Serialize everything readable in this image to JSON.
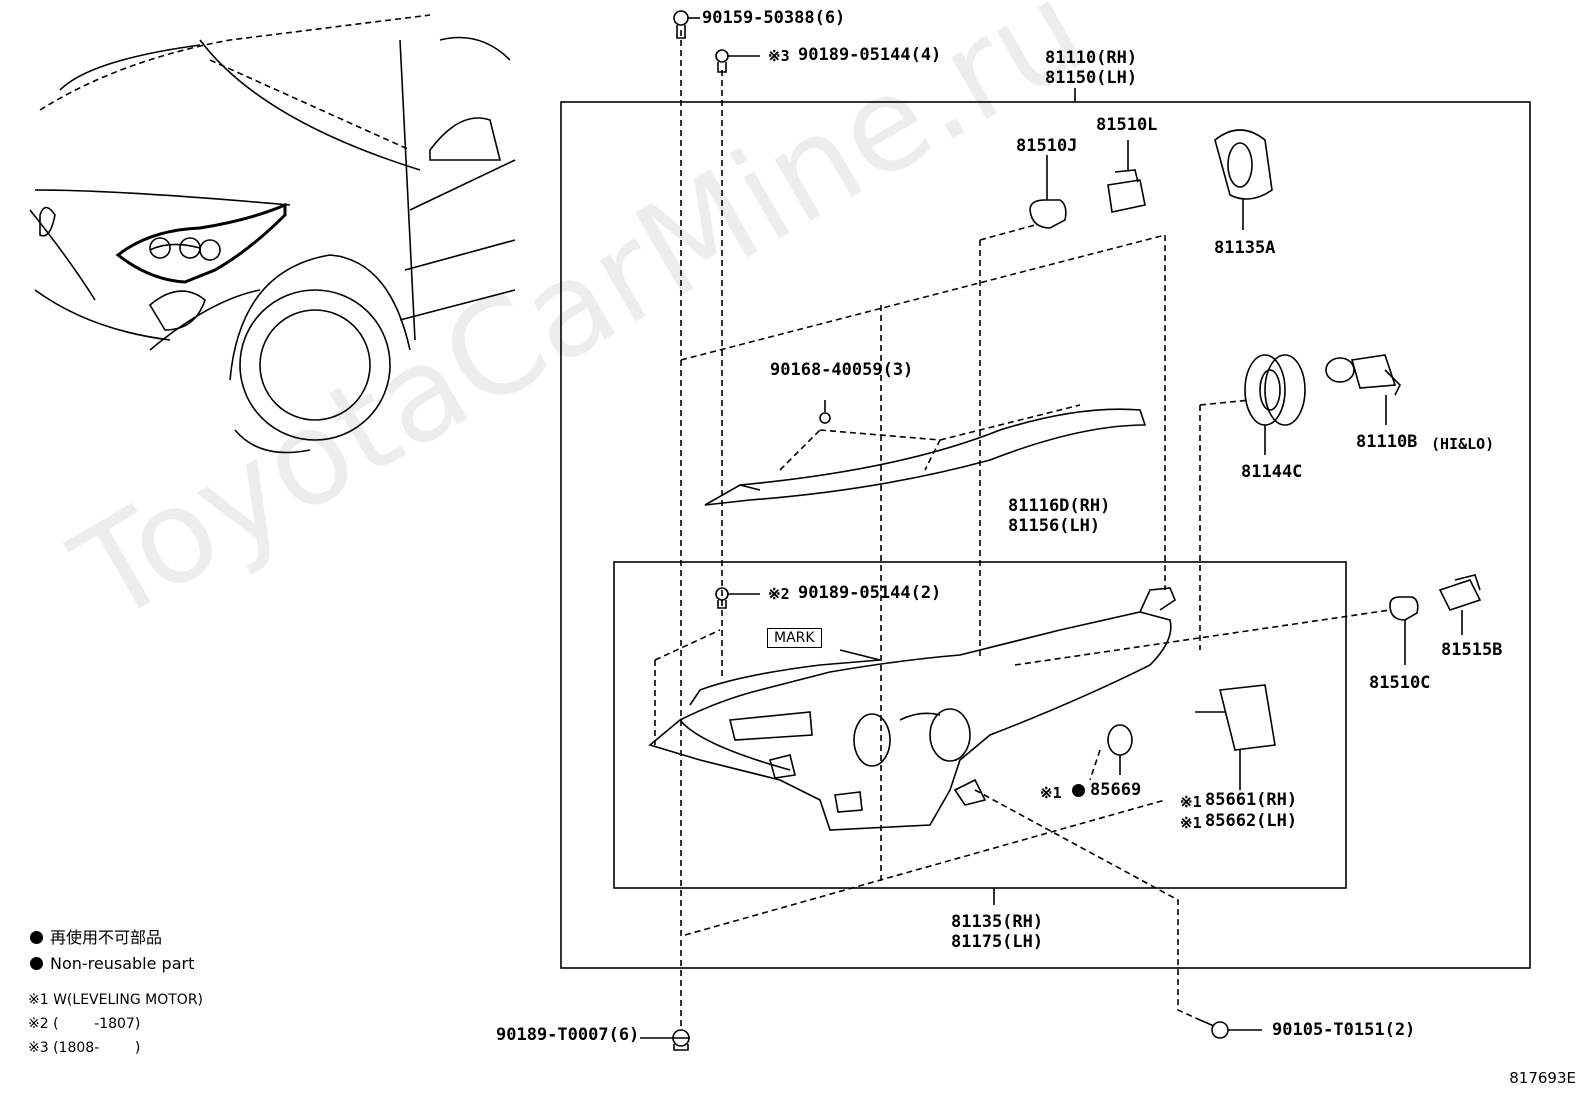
{
  "watermark": "ToyotaCarMine.ru",
  "figure_id": "817693E",
  "mark_label": "MARK",
  "parts": {
    "p_90159": "90159-50388(6)",
    "p_90189_3_mark": "※3",
    "p_90189_3": "90189-05144(4)",
    "p_81110_rh": "81110(RH)",
    "p_81150_lh": "81150(LH)",
    "p_81510l": "81510L",
    "p_81510j": "81510J",
    "p_81135a": "81135A",
    "p_90168": "90168-40059(3)",
    "p_81110b": "81110B",
    "p_81110b_note": "(HI&LO)",
    "p_81144c": "81144C",
    "p_81116d": "81116D(RH)",
    "p_81156": "81156(LH)",
    "p_90189_2_mark": "※2",
    "p_90189_2": "90189-05144(2)",
    "p_81515b": "81515B",
    "p_81510c": "81510C",
    "p_85669_mark": "※1",
    "p_85669": "85669",
    "p_85661_mark": "※1",
    "p_85661": "85661(RH)",
    "p_85662_mark": "※1",
    "p_85662": "85662(LH)",
    "p_81135_rh": "81135(RH)",
    "p_81175_lh": "81175(LH)",
    "p_90189_t": "90189-T0007(6)",
    "p_90105": "90105-T0151(2)"
  },
  "legend": {
    "jp": "再使用不可部品",
    "en": "Non-reusable part",
    "note1": "※1 W(LEVELING MOTOR)",
    "note2": "※2 (        -1807)",
    "note3": "※3 (1808-        )"
  }
}
